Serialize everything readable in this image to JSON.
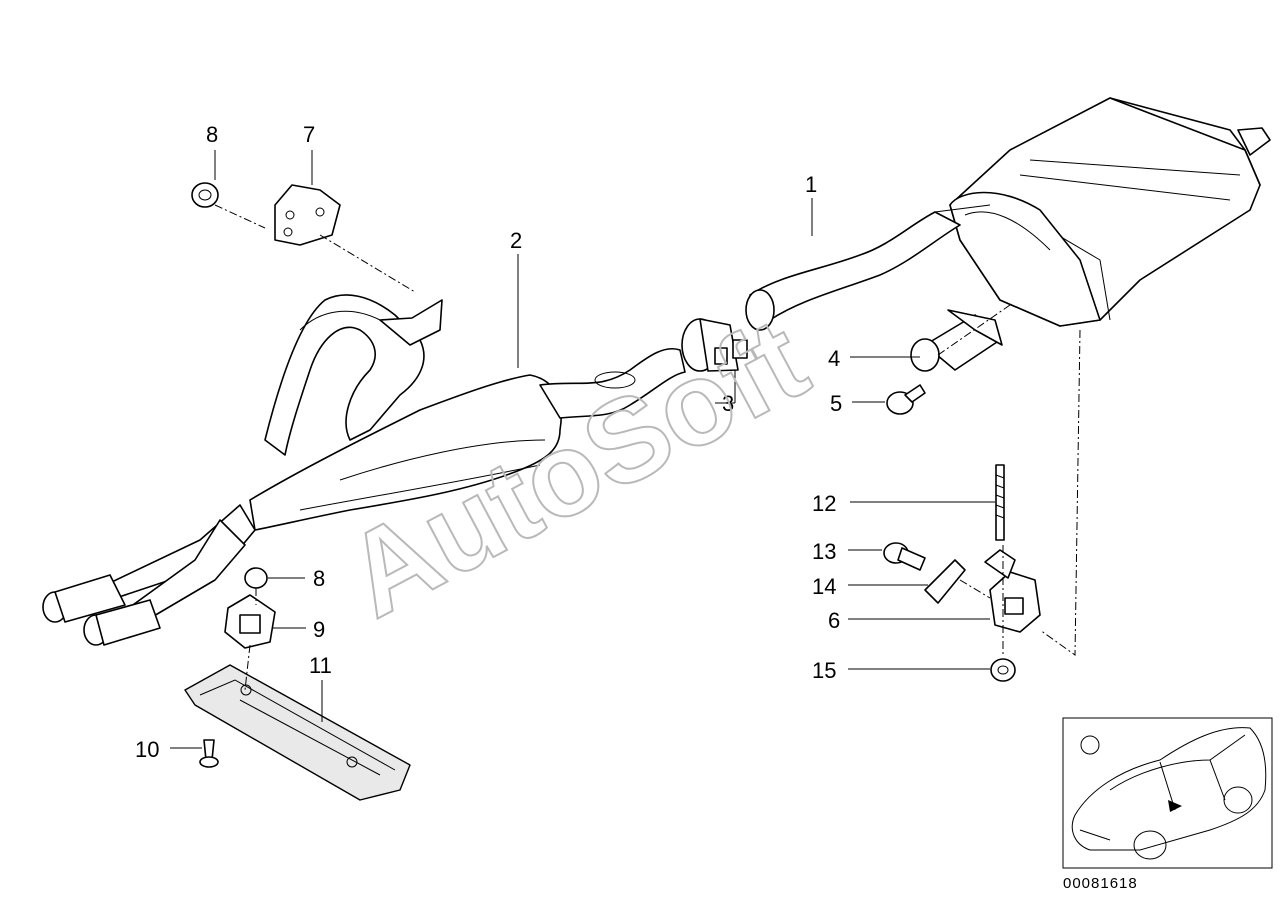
{
  "callouts": {
    "c1": "1",
    "c2": "2",
    "c3": "3",
    "c4": "4",
    "c5": "5",
    "c6": "6",
    "c7": "7",
    "c8a": "8",
    "c8b": "8",
    "c9": "9",
    "c10": "10",
    "c11": "11",
    "c12": "12",
    "c13": "13",
    "c14": "14",
    "c15": "15"
  },
  "watermark": "AutoSoft",
  "diagram_code": "00081618"
}
